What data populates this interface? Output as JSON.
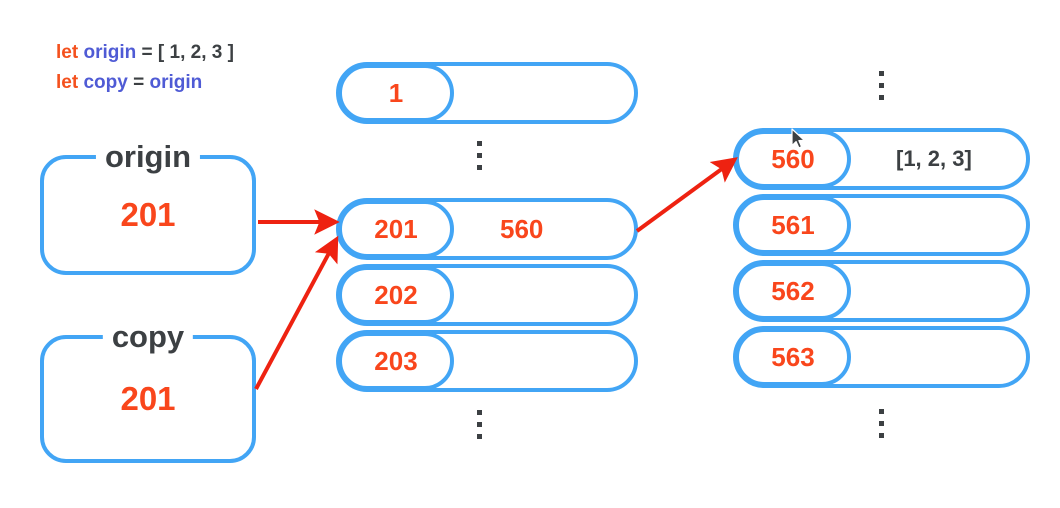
{
  "code": {
    "lines": [
      {
        "keyword": "let",
        "identifier": "origin",
        "rest": " = [ 1, 2, 3 ]"
      },
      {
        "keyword": "let",
        "identifier": "copy",
        "rest": " = ",
        "identifier2": "origin"
      }
    ]
  },
  "variables": [
    {
      "label": "origin",
      "value": "201"
    },
    {
      "label": "copy",
      "value": "201"
    }
  ],
  "stack_column": {
    "top_row": {
      "address": "1",
      "value": ""
    },
    "rows": [
      {
        "address": "201",
        "value": "560"
      },
      {
        "address": "202",
        "value": ""
      },
      {
        "address": "203",
        "value": ""
      }
    ]
  },
  "heap_column": {
    "rows": [
      {
        "address": "560",
        "value": "[1, 2, 3]"
      },
      {
        "address": "561",
        "value": ""
      },
      {
        "address": "562",
        "value": ""
      },
      {
        "address": "563",
        "value": ""
      }
    ]
  },
  "colors": {
    "border_blue": "#42A5F5",
    "address_orange": "#F9461C",
    "arrow_red": "#EE2211",
    "keyword_orange": "#F4511E",
    "identifier_blue": "#4F5BD5",
    "text_gray": "#3C4043"
  },
  "icons": {
    "ellipsis": "vertical-ellipsis-icon",
    "cursor": "mouse-pointer-icon"
  }
}
